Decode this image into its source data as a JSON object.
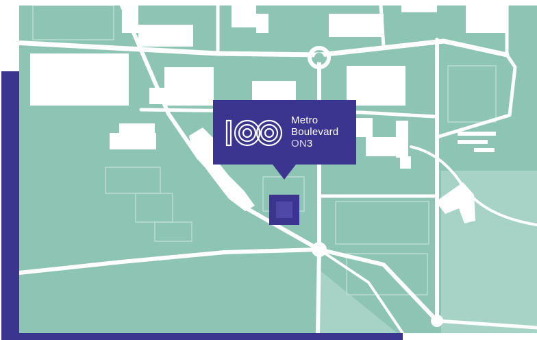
{
  "map": {
    "colors": {
      "land": "#8ec4b4",
      "roads": "#ffffff",
      "accent": "#3b3590",
      "marker_inner": "#4f48a6",
      "soft_area": "#a7d3c6"
    }
  },
  "popup": {
    "logo_number": "100",
    "line1": "Metro",
    "line2": "Boulevard",
    "line3_prefix": "ON",
    "line3_suffix": "3"
  },
  "marker": {
    "icon": "location-square-icon"
  }
}
